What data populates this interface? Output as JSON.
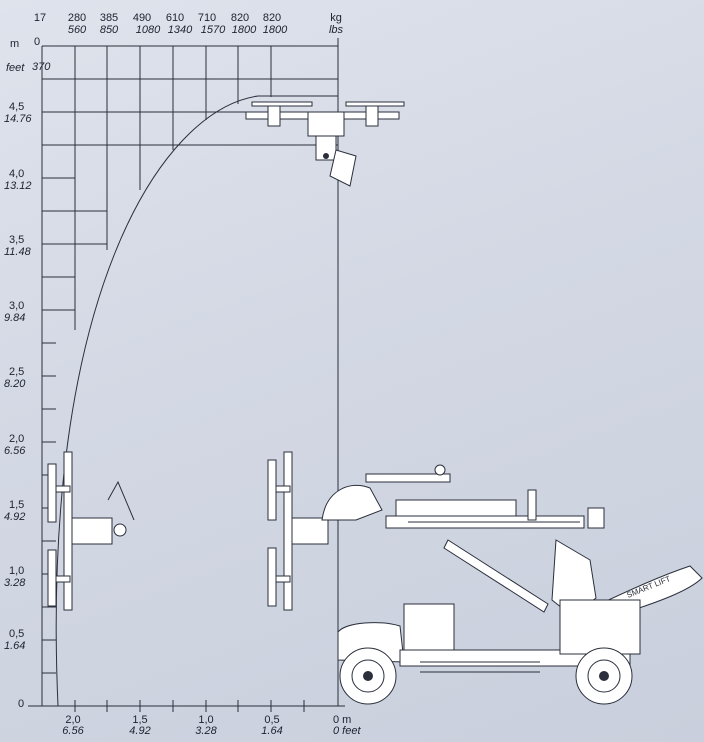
{
  "top_header": {
    "kg_values": [
      "17",
      "280",
      "385",
      "490",
      "610",
      "710",
      "820",
      "820"
    ],
    "lbs_values": [
      "560",
      "850",
      "1080",
      "1340",
      "1570",
      "1800",
      "1800"
    ],
    "kg_unit": "kg",
    "lbs_unit": "lbs"
  },
  "left_axis": {
    "m_label": "m",
    "m_zero": "0",
    "feet_label": "feet",
    "feet_zero": "370",
    "ticks": [
      {
        "m": "4,5",
        "ft": "14.76"
      },
      {
        "m": "4,0",
        "ft": "13.12"
      },
      {
        "m": "3,5",
        "ft": "11.48"
      },
      {
        "m": "3,0",
        "ft": "9.84"
      },
      {
        "m": "2,5",
        "ft": "8.20"
      },
      {
        "m": "2,0",
        "ft": "6.56"
      },
      {
        "m": "1,5",
        "ft": "4.92"
      },
      {
        "m": "1,0",
        "ft": "3.28"
      },
      {
        "m": "0,5",
        "ft": "1.64"
      }
    ],
    "zero": "0"
  },
  "bottom_axis": {
    "ticks": [
      {
        "m": "2,0",
        "ft": "6.56"
      },
      {
        "m": "1,5",
        "ft": "4.92"
      },
      {
        "m": "1,0",
        "ft": "3.28"
      },
      {
        "m": "0,5",
        "ft": "1.64"
      }
    ],
    "zero_m": "0 m",
    "zero_ft": "0 feet"
  },
  "machine": {
    "brand_text": "SMART LIFT"
  }
}
